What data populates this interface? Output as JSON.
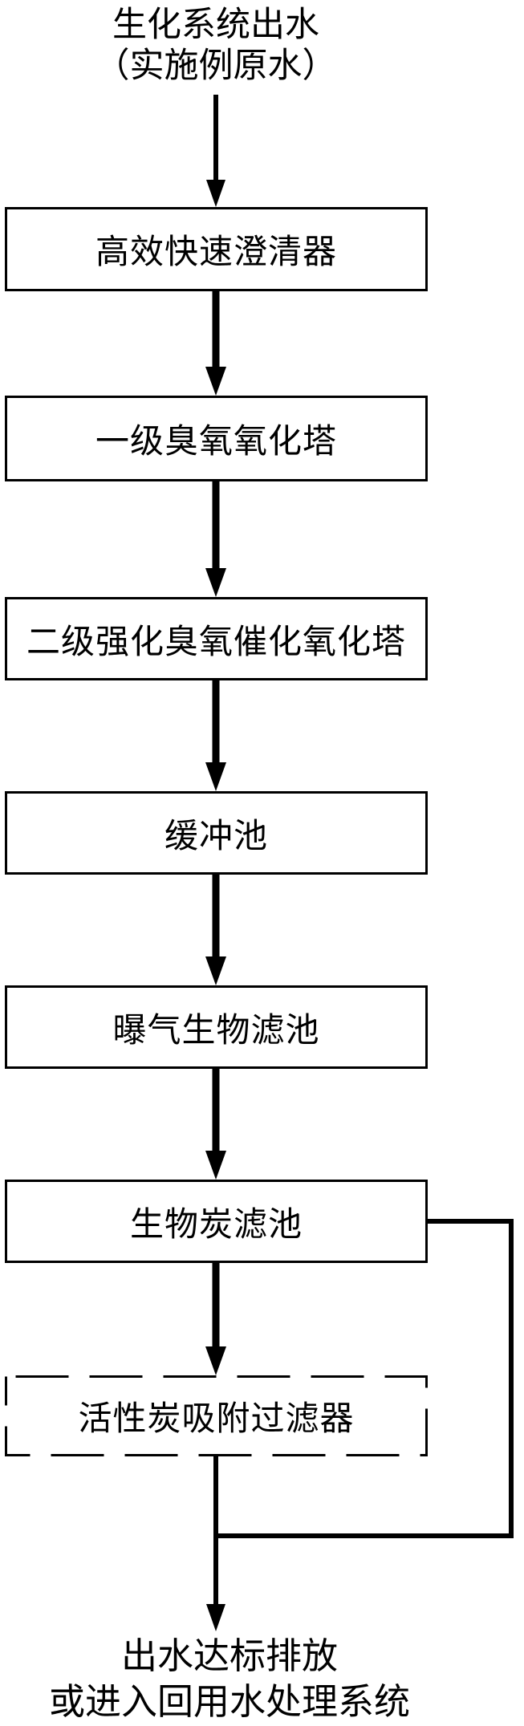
{
  "diagram": {
    "type": "flowchart",
    "direction": "top-down",
    "colors": {
      "line": "#000000",
      "background": "#ffffff",
      "text": "#000000"
    },
    "source": {
      "line1": "生化系统出水",
      "line2": "（实施例原水）"
    },
    "boxes": [
      {
        "id": "clarifier",
        "label": "高效快速澄清器",
        "border": "solid"
      },
      {
        "id": "ozone-tower-1",
        "label": "一级臭氧氧化塔",
        "border": "solid"
      },
      {
        "id": "ozone-tower-2",
        "label": "二级强化臭氧催化氧化塔",
        "border": "solid"
      },
      {
        "id": "buffer-tank",
        "label": "缓冲池",
        "border": "solid"
      },
      {
        "id": "aerated-biofilter",
        "label": "曝气生物滤池",
        "border": "solid"
      },
      {
        "id": "biochar-filter",
        "label": "生物炭滤池",
        "border": "solid"
      },
      {
        "id": "activated-carbon-filter",
        "label": "活性炭吸附过滤器",
        "border": "dashed"
      }
    ],
    "outcome": {
      "line1": "出水达标排放",
      "line2": "或进入回用水处理系统"
    },
    "edges": [
      {
        "from": "source",
        "to": "clarifier",
        "style": "arrow"
      },
      {
        "from": "clarifier",
        "to": "ozone-tower-1",
        "style": "arrow"
      },
      {
        "from": "ozone-tower-1",
        "to": "ozone-tower-2",
        "style": "arrow"
      },
      {
        "from": "ozone-tower-2",
        "to": "buffer-tank",
        "style": "arrow"
      },
      {
        "from": "buffer-tank",
        "to": "aerated-biofilter",
        "style": "arrow"
      },
      {
        "from": "aerated-biofilter",
        "to": "biochar-filter",
        "style": "arrow"
      },
      {
        "from": "biochar-filter",
        "to": "activated-carbon-filter",
        "style": "arrow"
      },
      {
        "from": "activated-carbon-filter",
        "to": "outcome",
        "style": "arrow"
      },
      {
        "from": "biochar-filter",
        "to": "outcome",
        "style": "bypass-right-side"
      }
    ]
  }
}
